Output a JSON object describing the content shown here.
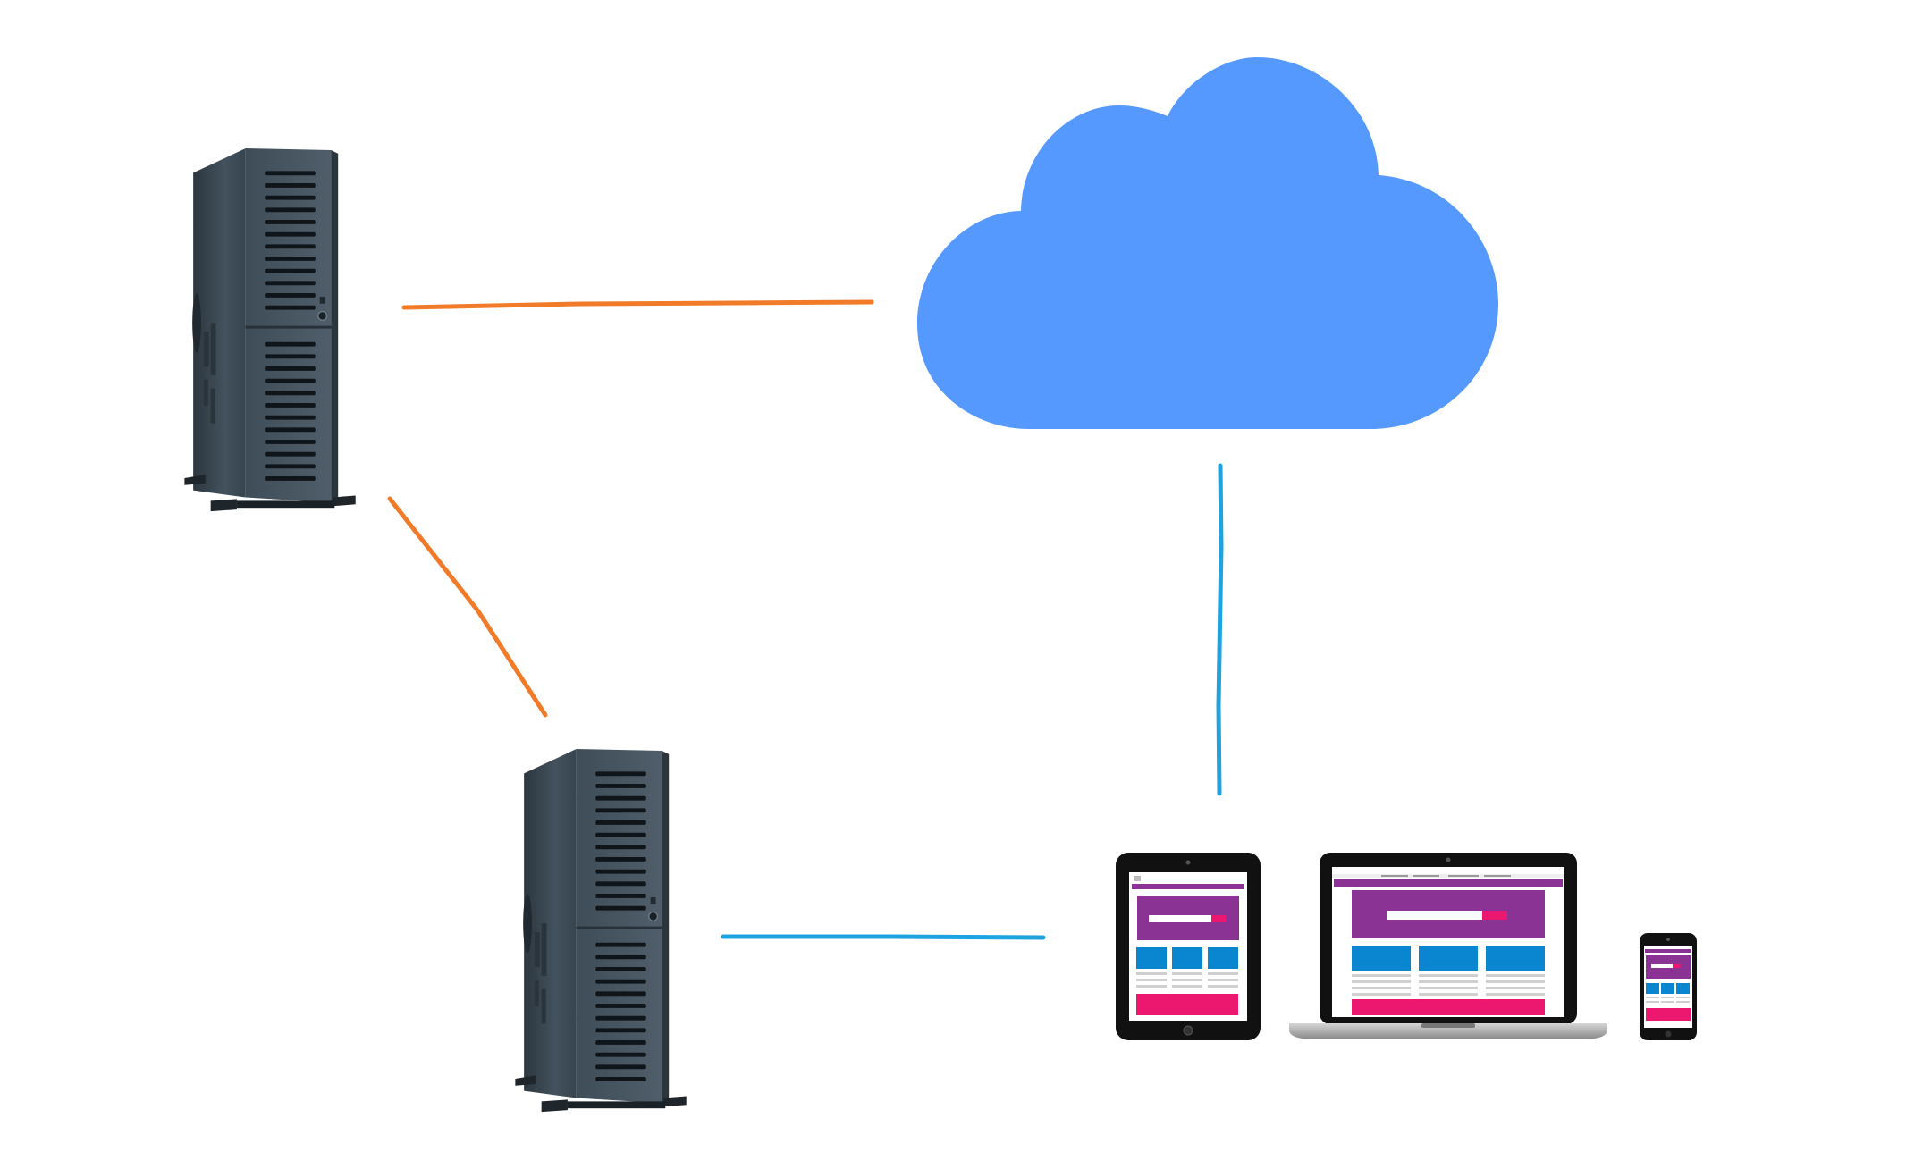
{
  "diagram": {
    "nodes": [
      {
        "id": "server-top",
        "kind": "tower-server",
        "icon": "server-tower-icon"
      },
      {
        "id": "server-bottom",
        "kind": "tower-server",
        "icon": "server-tower-icon"
      },
      {
        "id": "cloud",
        "kind": "cloud",
        "icon": "cloud-icon"
      },
      {
        "id": "devices",
        "kind": "device-group",
        "icon": "responsive-devices-icon",
        "members": [
          "tablet",
          "laptop",
          "phone"
        ]
      }
    ],
    "edges": [
      {
        "from": "server-top",
        "to": "cloud",
        "color_role": "orange"
      },
      {
        "from": "server-top",
        "to": "server-bottom",
        "color_role": "orange"
      },
      {
        "from": "cloud",
        "to": "devices",
        "color_role": "blue"
      },
      {
        "from": "server-bottom",
        "to": "devices",
        "color_role": "blue"
      }
    ]
  },
  "colors": {
    "background": "#ffffff",
    "cloud": "#5599fe",
    "link_orange": "#f27b2a",
    "link_blue": "#1ea3e1",
    "server_body": "#3d4b56",
    "server_dark": "#1d262d",
    "device_frame": "#111111",
    "screen_purple": "#8a3394",
    "screen_blue": "#0a85cf",
    "screen_pink": "#ec176f",
    "laptop_base": "#a9a9a9"
  }
}
